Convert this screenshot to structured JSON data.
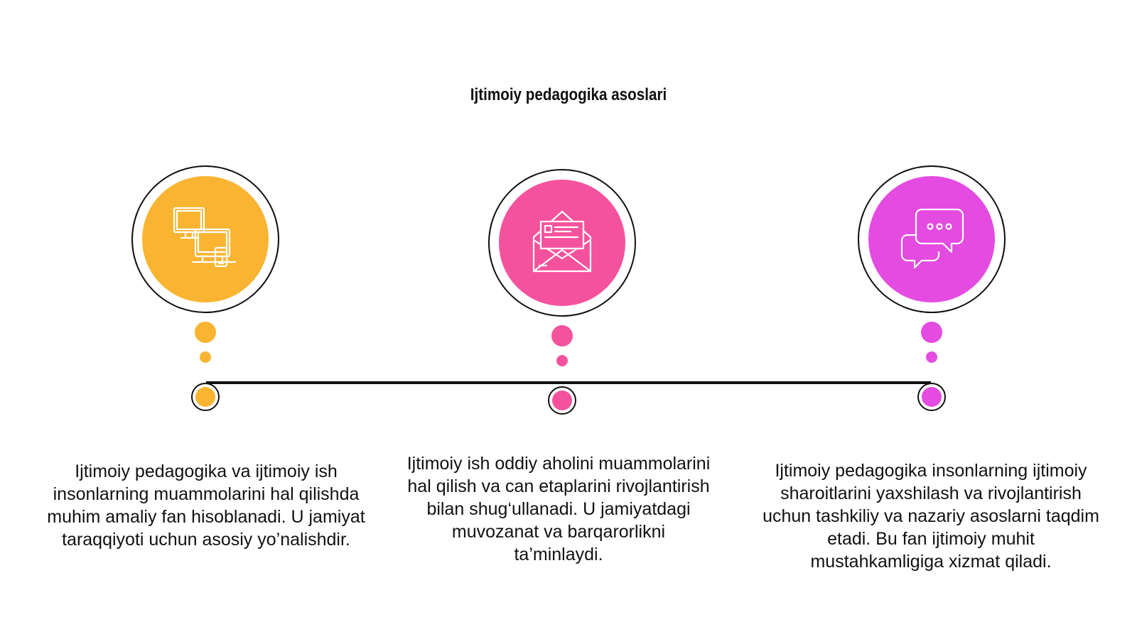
{
  "title": "Ijtimoiy pedagogika asoslari",
  "colors": {
    "orange": "#F9B431",
    "pink": "#F5529D",
    "magenta": "#E44BE0",
    "line": "#111111"
  },
  "steps": [
    {
      "icon": "computer-devices-icon",
      "text": "Ijtimoiy pedagogika va ijtimoiy ish insonlarning muammolarini hal qilishda muhim amaliy fan hisoblanadi. U jamiyat taraqqiyoti uchun asosiy yo’nalishdir."
    },
    {
      "icon": "envelope-letter-icon",
      "text": "Ijtimoiy ish oddiy aholini muammolarini hal qilish va can etaplarini rivojlantirish bilan shug‘ullanadi. U jamiyatdagi muvozanat va barqarorlikni ta’minlaydi."
    },
    {
      "icon": "chat-bubbles-icon",
      "text": "Ijtimoiy pedagogika insonlarning ijtimoiy sharoitlarini yaxshilash va rivojlantirish uchun tashkiliy va nazariy asoslarni taqdim etadi. Bu fan ijtimoiy muhit mustahkamligiga xizmat qiladi."
    }
  ]
}
